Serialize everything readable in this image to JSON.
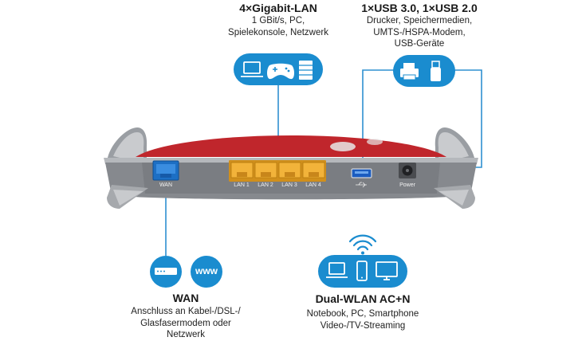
{
  "lan": {
    "title": "4×Gigabit-LAN",
    "lines": [
      "1 GBit/s, PC,",
      "Spielekonsole, Netzwerk"
    ],
    "icons": [
      "laptop-icon",
      "gamepad-icon",
      "server-icon"
    ]
  },
  "usb": {
    "title": "1×USB 3.0, 1×USB 2.0",
    "lines": [
      "Drucker, Speichermedien,",
      "UMTS-/HSPA-Modem,",
      "USB-Geräte"
    ],
    "icons": [
      "printer-icon",
      "usb-stick-icon"
    ]
  },
  "wan": {
    "title": "WAN",
    "lines": [
      "Anschluss an Kabel-/DSL-/",
      "Glasfasermodem oder",
      "Netzwerk"
    ],
    "icons": [
      "modem-icon",
      "www-icon"
    ],
    "www_text": "www"
  },
  "wlan": {
    "title": "Dual-WLAN AC+N",
    "lines": [
      "Notebook, PC, Smartphone",
      "Video-/TV-Streaming"
    ],
    "icons": [
      "wifi-icon",
      "laptop-icon",
      "smartphone-icon",
      "monitor-icon"
    ]
  },
  "router": {
    "port_labels": [
      "WAN",
      "LAN 1",
      "LAN 2",
      "LAN 3",
      "LAN 4",
      "Power"
    ]
  },
  "colors": {
    "accent_blue": "#1a8ccf",
    "line_blue": "#2f90d0",
    "router_gray": "#8a8d92",
    "router_red": "#c0262c",
    "lan_port": "#e9a626",
    "wan_port": "#1d6fc4"
  }
}
